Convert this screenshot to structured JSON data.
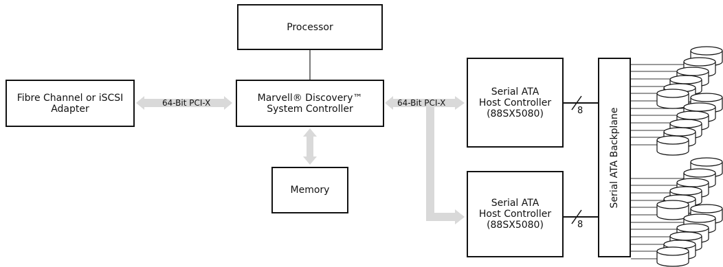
{
  "processor": {
    "label": "Processor"
  },
  "adapter": {
    "line1": "Fibre Channel or iSCSI",
    "line2": "Adapter"
  },
  "system_controller": {
    "line1": "Marvell® Discovery™",
    "line2": "System Controller"
  },
  "memory": {
    "label": "Memory"
  },
  "host_controller_top": {
    "line1": "Serial ATA",
    "line2": "Host Controller",
    "line3": "(88SX5080)"
  },
  "host_controller_bottom": {
    "line1": "Serial ATA",
    "line2": "Host Controller",
    "line3": "(88SX5080)"
  },
  "backplane": {
    "label": "Serial ATA Backplane"
  },
  "bus_labels": {
    "left": "64-Bit PCI-X",
    "right": "64-Bit PCI-X",
    "width_top": "8",
    "width_bottom": "8"
  },
  "colors": {
    "stroke": "#111111",
    "bus_arrow": "#d9d9d9"
  }
}
